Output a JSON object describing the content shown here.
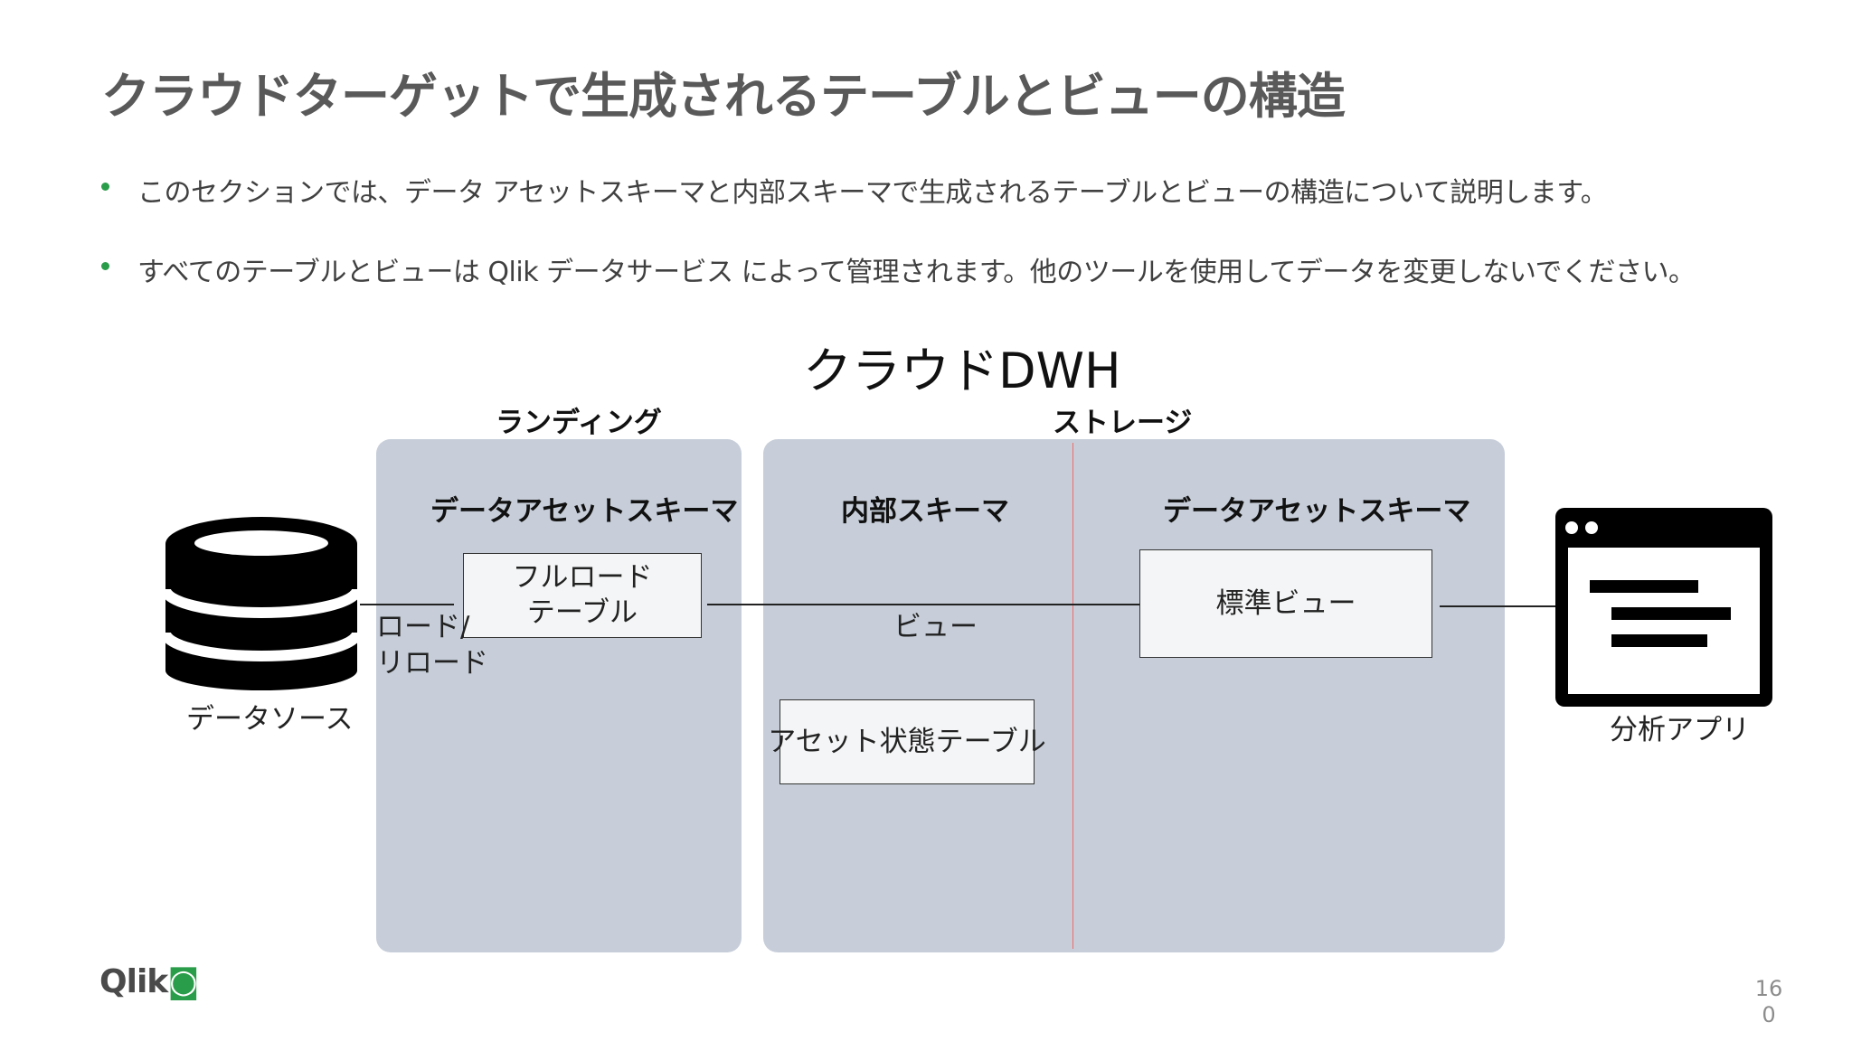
{
  "title": "クラウドターゲットで生成されるテーブルとビューの構造",
  "bullets": [
    "このセクションでは、データ アセットスキーマと内部スキーマで生成されるテーブルとビューの構造について説明します。",
    "すべてのテーブルとビューは Qlik データサービス によって管理されます。他のツールを使用してデータを変更しないでください。"
  ],
  "diagram": {
    "dwh_title": "クラウドDWH",
    "landing_label": "ランディング",
    "storage_label": "ストレージ",
    "landing_schema": "データアセットスキーマ",
    "internal_schema": "内部スキーマ",
    "storage_schema": "データアセットスキーマ",
    "full_load_table": "フルロード\nテーブル",
    "view_label": "ビュー",
    "standard_view": "標準ビュー",
    "asset_state_table": "アセット状態テーブル",
    "load_reload": "ロード/\nリロード",
    "data_source": "データソース",
    "analytics_app": "分析アプリ"
  },
  "footer": {
    "logo_text": "Qlik",
    "page_number": "16\n0"
  },
  "colors": {
    "panel": "#c7ced9",
    "bullet_dot": "#2a9d4a",
    "title": "#595959",
    "divider": "#ef6a6a"
  }
}
